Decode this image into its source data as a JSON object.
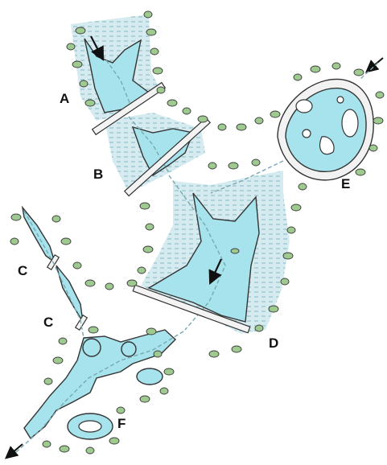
{
  "labels": {
    "a": "A",
    "b": "B",
    "c1": "C",
    "c2": "C",
    "d": "D",
    "e": "E",
    "f": "F"
  },
  "colors": {
    "water": "#a6e3ec",
    "marsh": "#d5ebf0",
    "vegetation": "#9ec98f",
    "outline": "#333333"
  },
  "icons": [
    "flow-arrow-icon",
    "flow-arrow-icon",
    "flow-arrow-icon",
    "flow-arrow-icon"
  ]
}
